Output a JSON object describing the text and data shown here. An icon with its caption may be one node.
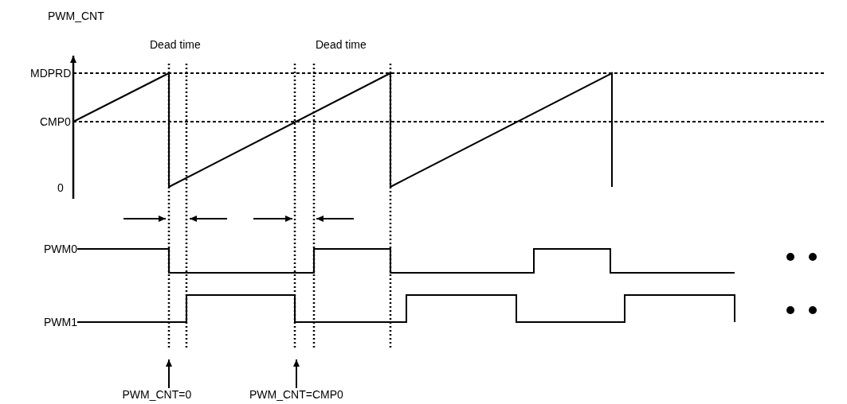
{
  "diagram": {
    "nodes": [
      {
        "text": [
          "PWM_CNT=0"
        ]
      },
      {
        "text": [
          "PWM_CNT=CMP0"
        ]
      }
    ],
    "edges": [
      {
        "from": 0,
        "to": null,
        "arrow": "to"
      },
      {
        "from": 1,
        "to": null,
        "arrow": "to"
      }
    ],
    "labels": [
      "PWM_CNT",
      "Dead time",
      "Dead time",
      "MDPRD",
      "CMP0",
      "0",
      "PWM0",
      "PWM1"
    ]
  }
}
